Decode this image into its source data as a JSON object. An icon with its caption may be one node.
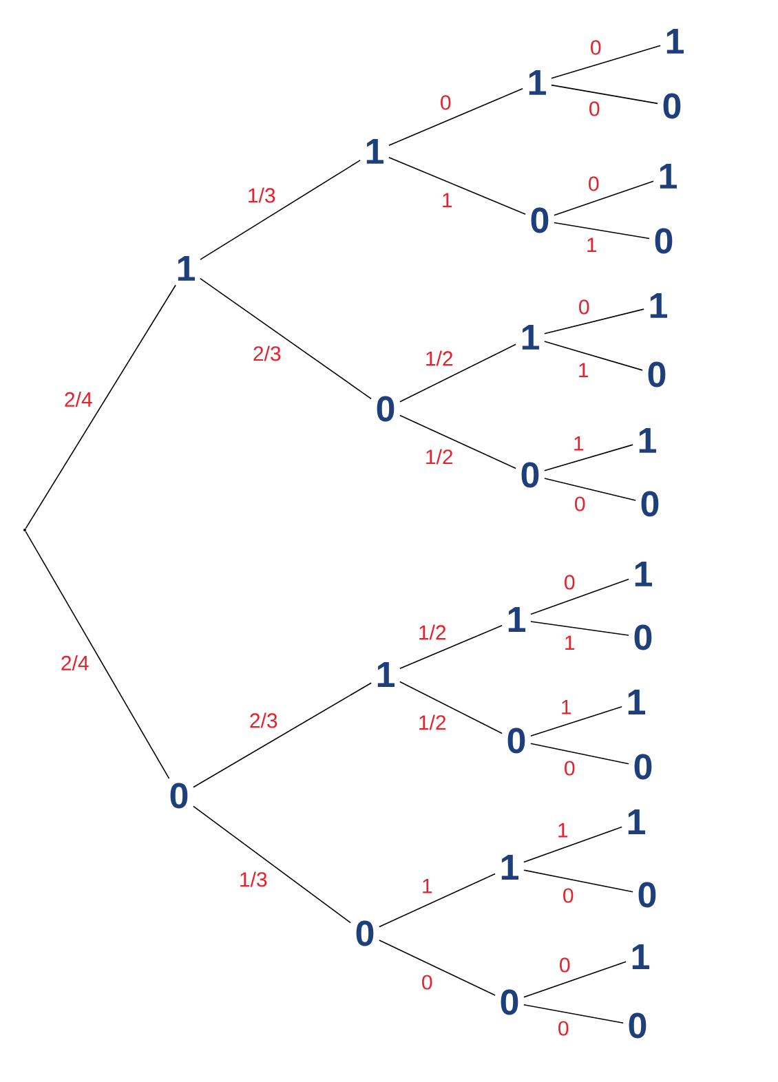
{
  "diagram": {
    "nodes": [
      {
        "text": [],
        "shape": "point"
      },
      {
        "text": [
          "1"
        ]
      },
      {
        "text": [
          "0"
        ]
      },
      {
        "text": [
          "1"
        ]
      },
      {
        "text": [
          "0"
        ]
      },
      {
        "text": [
          "1"
        ]
      },
      {
        "text": [
          "0"
        ]
      },
      {
        "text": [
          "1"
        ]
      },
      {
        "text": [
          "0"
        ]
      },
      {
        "text": [
          "1"
        ]
      },
      {
        "text": [
          "0"
        ]
      },
      {
        "text": [
          "1"
        ]
      },
      {
        "text": [
          "0"
        ]
      },
      {
        "text": [
          "1"
        ]
      },
      {
        "text": [
          "0"
        ]
      },
      {
        "text": [
          "1"
        ]
      },
      {
        "text": [
          "0"
        ]
      },
      {
        "text": [
          "1"
        ]
      },
      {
        "text": [
          "0"
        ]
      },
      {
        "text": [
          "1"
        ]
      },
      {
        "text": [
          "0"
        ]
      },
      {
        "text": [
          "1"
        ]
      },
      {
        "text": [
          "0"
        ]
      },
      {
        "text": [
          "1"
        ]
      },
      {
        "text": [
          "0"
        ]
      },
      {
        "text": [
          "1"
        ]
      },
      {
        "text": [
          "0"
        ]
      },
      {
        "text": [
          "1"
        ]
      },
      {
        "text": [
          "0"
        ]
      },
      {
        "text": [
          "1"
        ]
      },
      {
        "text": [
          "0"
        ]
      }
    ],
    "edges": [
      {
        "from": 0,
        "to": 1,
        "arrow": "none",
        "label": "2/4"
      },
      {
        "from": 0,
        "to": 2,
        "arrow": "none",
        "label": "2/4"
      },
      {
        "from": 1,
        "to": 3,
        "arrow": "none",
        "label": "1/3"
      },
      {
        "from": 1,
        "to": 4,
        "arrow": "none",
        "label": "2/3"
      },
      {
        "from": 2,
        "to": 5,
        "arrow": "none",
        "label": "2/3"
      },
      {
        "from": 2,
        "to": 6,
        "arrow": "none",
        "label": "1/3"
      },
      {
        "from": 3,
        "to": 7,
        "arrow": "none",
        "label": "0"
      },
      {
        "from": 3,
        "to": 8,
        "arrow": "none",
        "label": "1"
      },
      {
        "from": 4,
        "to": 9,
        "arrow": "none",
        "label": "1/2"
      },
      {
        "from": 4,
        "to": 10,
        "arrow": "none",
        "label": "1/2"
      },
      {
        "from": 5,
        "to": 11,
        "arrow": "none",
        "label": "1/2"
      },
      {
        "from": 5,
        "to": 12,
        "arrow": "none",
        "label": "1/2"
      },
      {
        "from": 6,
        "to": 13,
        "arrow": "none",
        "label": "1"
      },
      {
        "from": 6,
        "to": 14,
        "arrow": "none",
        "label": "0"
      },
      {
        "from": 7,
        "to": 15,
        "arrow": "none",
        "label": "0"
      },
      {
        "from": 7,
        "to": 16,
        "arrow": "none",
        "label": "0"
      },
      {
        "from": 8,
        "to": 17,
        "arrow": "none",
        "label": "0"
      },
      {
        "from": 8,
        "to": 18,
        "arrow": "none",
        "label": "1"
      },
      {
        "from": 9,
        "to": 19,
        "arrow": "none",
        "label": "0"
      },
      {
        "from": 9,
        "to": 20,
        "arrow": "none",
        "label": "1"
      },
      {
        "from": 10,
        "to": 21,
        "arrow": "none",
        "label": "1"
      },
      {
        "from": 10,
        "to": 22,
        "arrow": "none",
        "label": "0"
      },
      {
        "from": 11,
        "to": 23,
        "arrow": "none",
        "label": "0"
      },
      {
        "from": 11,
        "to": 24,
        "arrow": "none",
        "label": "1"
      },
      {
        "from": 12,
        "to": 25,
        "arrow": "none",
        "label": "1"
      },
      {
        "from": 12,
        "to": 26,
        "arrow": "none",
        "label": "0"
      },
      {
        "from": 13,
        "to": 27,
        "arrow": "none",
        "label": "1"
      },
      {
        "from": 13,
        "to": 28,
        "arrow": "none",
        "label": "0"
      },
      {
        "from": 14,
        "to": 29,
        "arrow": "none",
        "label": "0"
      },
      {
        "from": 14,
        "to": 30,
        "arrow": "none",
        "label": "0"
      }
    ]
  }
}
